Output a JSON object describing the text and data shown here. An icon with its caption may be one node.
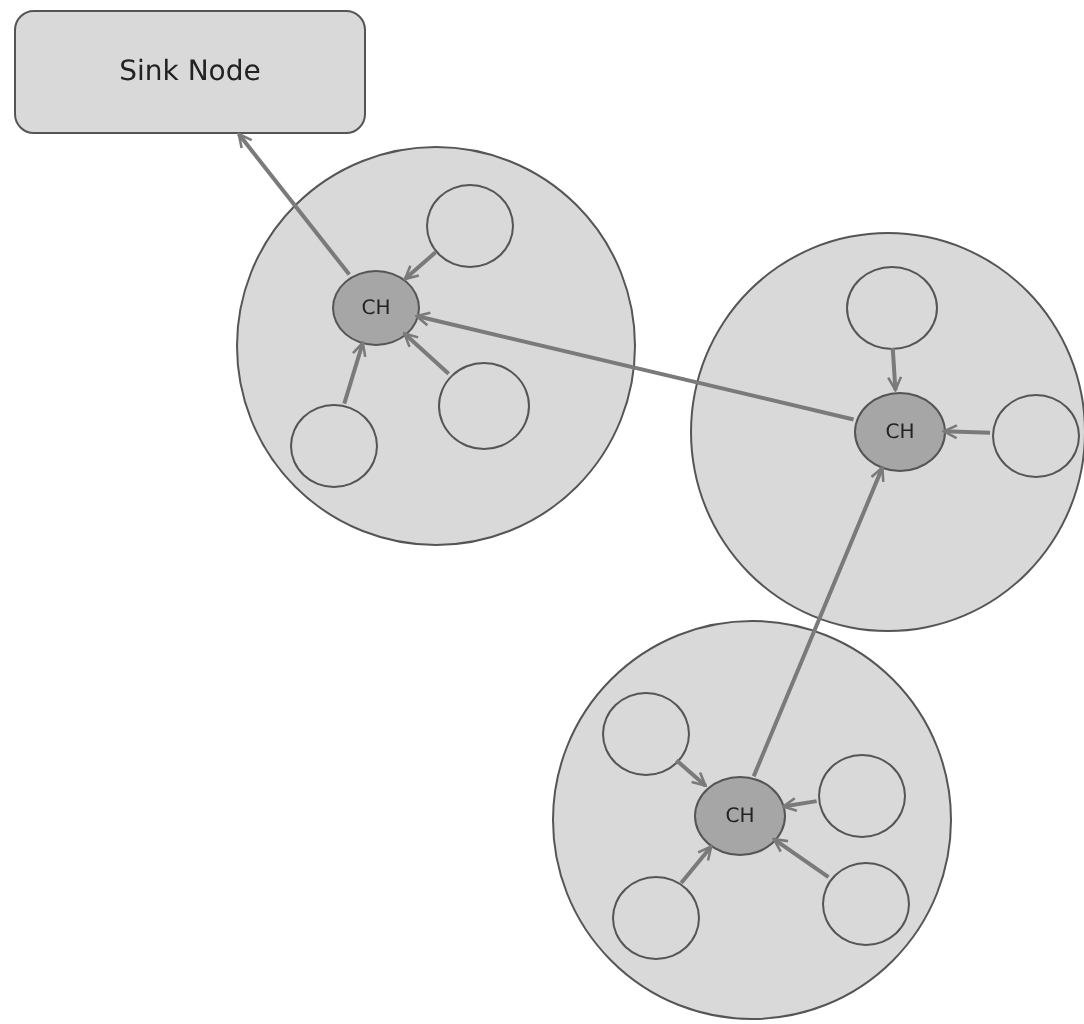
{
  "diagram": {
    "nodes": [
      {
        "text": [
          "Sink Node"
        ]
      },
      {
        "text": [],
        "shape": "circle"
      },
      {
        "text": [],
        "shape": "circle",
        "in": 1
      },
      {
        "text": [
          "CH"
        ],
        "in": 1
      },
      {
        "text": [],
        "shape": "circle",
        "in": 1
      },
      {
        "text": [],
        "shape": "circle",
        "in": 1
      },
      {
        "text": [],
        "shape": "circle"
      },
      {
        "text": [],
        "shape": "circle",
        "in": 6
      },
      {
        "text": [
          "CH"
        ],
        "in": 6
      },
      {
        "text": [],
        "shape": "circle",
        "in": 6
      },
      {
        "text": [],
        "shape": "circle"
      },
      {
        "text": [],
        "shape": "circle",
        "in": 10
      },
      {
        "text": [],
        "shape": "circle",
        "in": 10
      },
      {
        "text": [
          "CH"
        ],
        "in": 10
      },
      {
        "text": [],
        "shape": "circle",
        "in": 10
      },
      {
        "text": [],
        "shape": "circle",
        "in": 10
      }
    ],
    "edges": [
      {
        "from": 3,
        "to": 0,
        "arrow": "to"
      },
      {
        "from": 2,
        "to": 3,
        "arrow": "to"
      },
      {
        "from": 4,
        "to": 3,
        "arrow": "to"
      },
      {
        "from": 5,
        "to": 3,
        "arrow": "to"
      },
      {
        "from": 8,
        "to": 3,
        "arrow": "to"
      },
      {
        "from": 7,
        "to": 8,
        "arrow": "to"
      },
      {
        "from": 9,
        "to": 8,
        "arrow": "to"
      },
      {
        "from": 13,
        "to": 8,
        "arrow": "to"
      },
      {
        "from": 11,
        "to": 13,
        "arrow": "to"
      },
      {
        "from": 12,
        "to": 13,
        "arrow": "to"
      },
      {
        "from": 14,
        "to": 13,
        "arrow": "to"
      },
      {
        "from": 15,
        "to": 13,
        "arrow": "to"
      }
    ]
  }
}
